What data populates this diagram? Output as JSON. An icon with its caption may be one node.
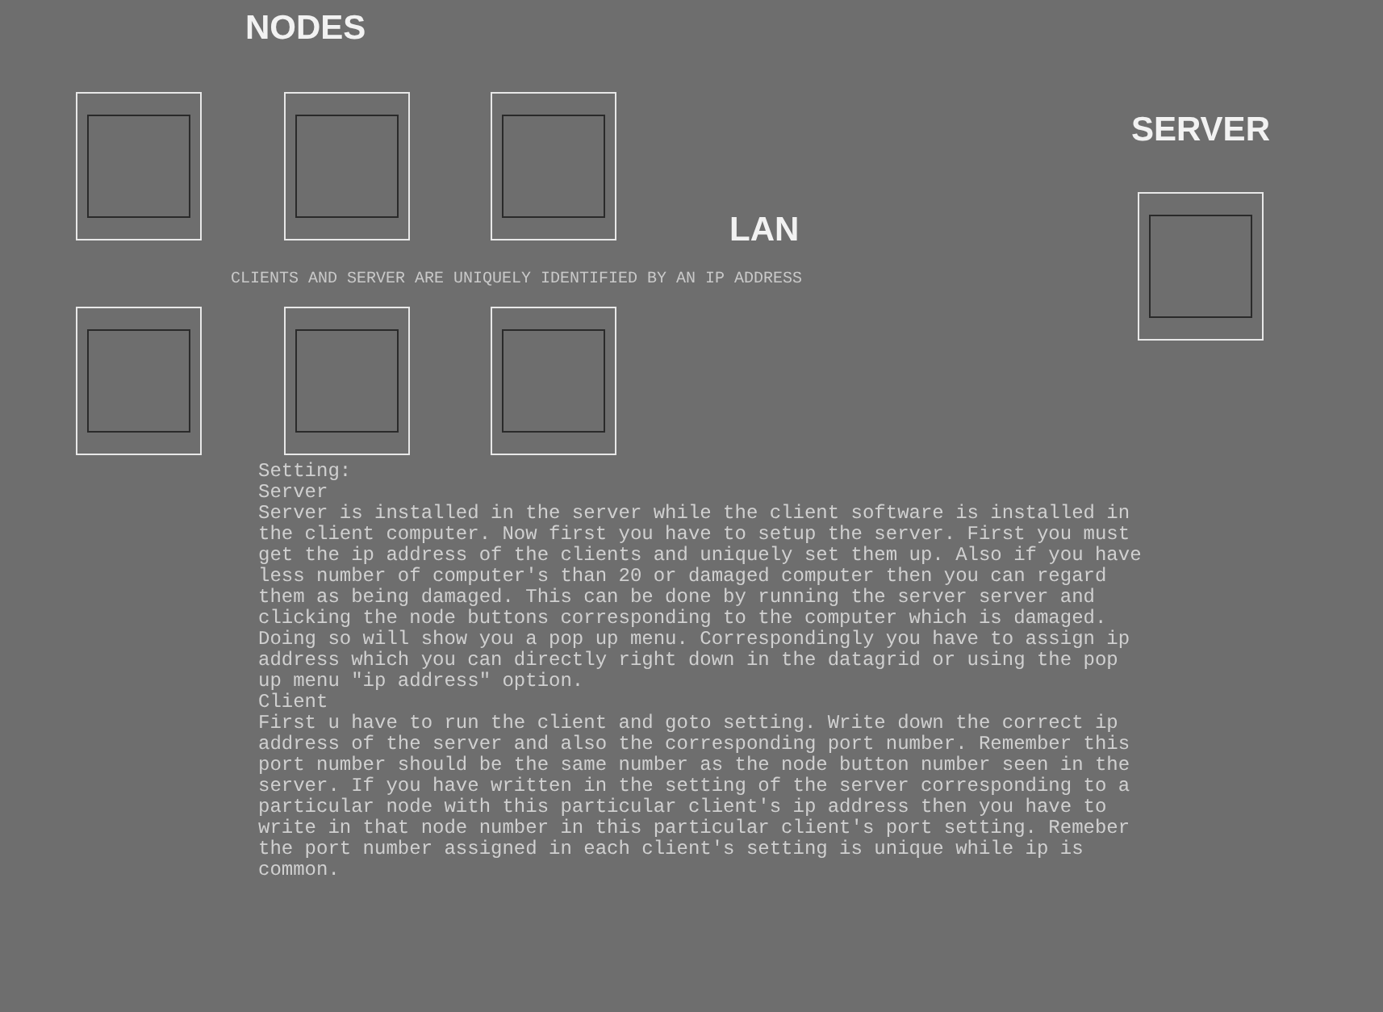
{
  "diagram": {
    "nodes": [
      {
        "text": [],
        "shape": "box"
      },
      {
        "text": [],
        "shape": "box"
      },
      {
        "text": [],
        "shape": "box"
      },
      {
        "text": [],
        "shape": "box"
      },
      {
        "text": [],
        "shape": "box"
      },
      {
        "text": [],
        "shape": "box"
      },
      {
        "text": [
          "SERVER"
        ]
      }
    ],
    "labels": [
      "NODES",
      "LAN",
      "CLIENTS AND SERVER ARE UNIQUELY IDENTIFIED BY AN IP ADDRESS",
      "Setting:",
      "Server",
      "Server is installed in the server while the client software is installed in the client computer. Now first you have to setup the server. First you must get the ip address of the clients and uniquely set them up. Also if you have less number of computer's than 20 or damaged computer then you can regard them as being damaged. This can be done by running the server server and  clicking the node buttons corresponding to the computer which is damaged. Doing so will show you a pop up menu. Correspondingly you have to assign ip address which you can directly right down in the datagrid or using the pop up menu \"ip address\" option.",
      "Client",
      "First u have to run the client and goto setting. Write down the correct ip address of the server and also the corresponding port number. Remember this port number should be the same number as the node button number seen in the server. If you have written in the setting of the server corresponding to a particular node with this particular client's ip address then you have to write in that node number in this particular client's port setting. Remeber the port number assigned in each client's setting is unique while ip is common."
    ]
  }
}
